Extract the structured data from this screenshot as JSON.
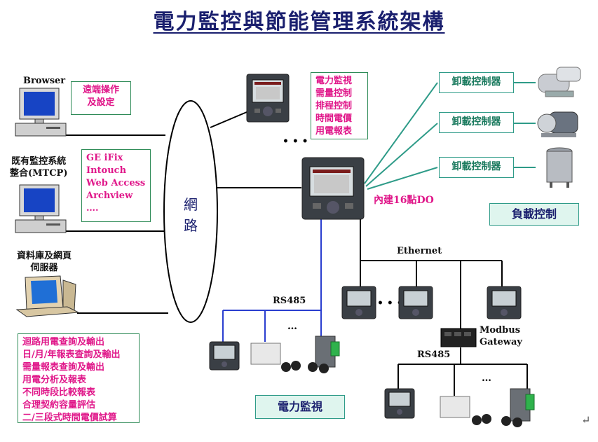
{
  "title": "電力監控與節能管理系統架構",
  "left": {
    "browser_label": "Browser",
    "remote_box": [
      "遠端操作",
      "及設定"
    ],
    "existing_label": [
      "既有監控系統",
      "整合(MTCP)"
    ],
    "scada_box": [
      "GE iFix",
      "Intouch",
      "Web Access",
      "Archview",
      "…."
    ],
    "db_label": [
      "資料庫及網頁",
      "伺服器"
    ],
    "reports_box": [
      "迴路用電查詢及輸出",
      "日/月/年報表查詢及輸出",
      "需量報表查詢及輸出",
      "用電分析及報表",
      "不同時段比較報表",
      "合理契約容量評估",
      "二/三段式時間電價試算"
    ]
  },
  "network_label": [
    "網",
    "路"
  ],
  "top_box": [
    "電力監視",
    "需量控制",
    "排程控制",
    "時間電價",
    "用電報表"
  ],
  "ellipsis_top": "• • •",
  "do_label": "內建16點DO",
  "load": {
    "controllers": [
      "卸載控制器",
      "卸載控制器",
      "卸載控制器"
    ],
    "title": "負載控制"
  },
  "ethernet_label": "Ethernet",
  "rs485_left": "RS485",
  "rs485_right": "RS485",
  "modbus_label": [
    "Modbus",
    "Gateway"
  ],
  "power_monitor_label": "電力監視",
  "dots_small": "…",
  "dots_eth": "• • •",
  "corner_mark": "↵"
}
